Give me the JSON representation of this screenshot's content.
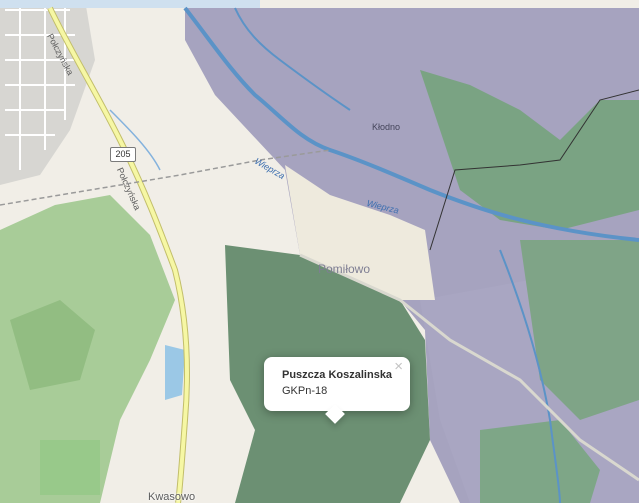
{
  "map": {
    "place_labels": {
      "klodno": "Kłodno",
      "pomilowo": "Pomiłowo",
      "kwiecewo": "Kwasowo"
    },
    "road_labels": [
      "Połczyńska",
      "Połczyńska"
    ],
    "river_labels": [
      "Wieprza",
      "Wieprza"
    ],
    "road_shield": "205",
    "colors": {
      "protected_area": "#a6a3bf",
      "forest": "#a7c99c",
      "forest_dark": "#6a8f73",
      "road_primary": "#f6f7a4",
      "river": "#5b93c7",
      "land": "#f1eee7",
      "residential": "#dcdcdc"
    }
  },
  "popup": {
    "title": "Puszcza Koszalinska",
    "subtitle": "GKPn-18",
    "close_symbol": "×"
  }
}
